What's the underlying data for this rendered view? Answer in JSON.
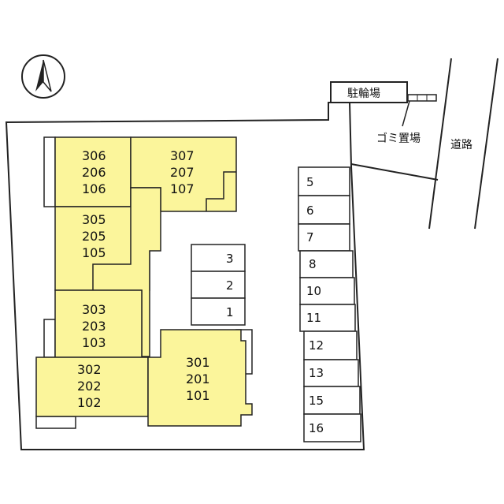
{
  "compass": {
    "icon": "north-arrow-icon"
  },
  "colors": {
    "building_fill": "#fbf59b",
    "outline": "#222222",
    "background": "#ffffff"
  },
  "units": {
    "west_top": [
      "306",
      "206",
      "106"
    ],
    "northeast": [
      "307",
      "207",
      "107"
    ],
    "west_mid": [
      "305",
      "205",
      "105"
    ],
    "west_lower": [
      "303",
      "203",
      "103"
    ],
    "southwest": [
      "302",
      "202",
      "102"
    ],
    "southeast": [
      "301",
      "201",
      "101"
    ]
  },
  "parking_center": [
    "3",
    "2",
    "1"
  ],
  "parking_east": [
    "5",
    "6",
    "7",
    "8",
    "10",
    "11",
    "12",
    "13",
    "15",
    "16"
  ],
  "bicycle_parking": "駐輪場",
  "garbage_area": "ゴミ置場",
  "road": "道路"
}
